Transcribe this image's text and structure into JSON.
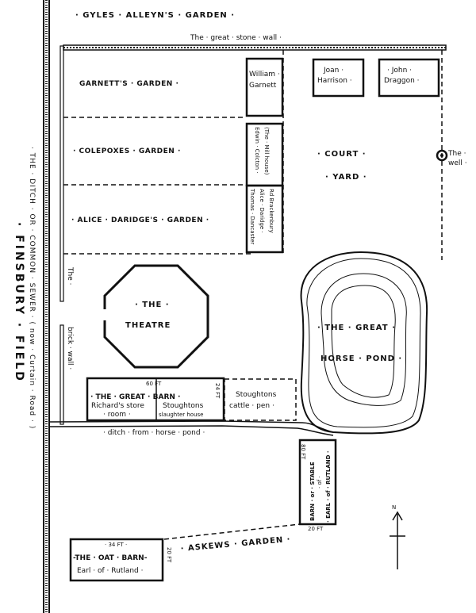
{
  "title_area": {
    "gyles_garden": "· GYLES · ALLEYN'S · GARDEN ·",
    "stone_wall": "The · great · stone · wall ·",
    "finsbury_field": "· FINSBURY · FIELD",
    "ditch": "· THE · DITCH · OR · COMMON · SEWER · ( now · Curtain · Road · )",
    "brick_wall_top": "The ·",
    "brick_wall_bottom": "brick · wall ·"
  },
  "gardens": [
    {
      "label": "GARNETT'S · GARDEN ·"
    },
    {
      "label": "· COLEPOXES · GARDEN ·"
    },
    {
      "label": "· ALICE · DARIDGE'S · GARDEN ·"
    }
  ],
  "houses": {
    "william_garnett": [
      "William ·",
      "Garnett"
    ],
    "edwin_colcton": [
      "Edwin · Colcton ·",
      "(The · Mill house)"
    ],
    "thomas": [
      "Thomas · Dancaster",
      "Alice · Daridge ·",
      "Rd Brackenbury"
    ],
    "joan_harrison": [
      "Joan ·",
      "Harrison ·"
    ],
    "john_draggon": [
      "· John ·",
      "Draggon ·"
    ]
  },
  "court_yard": [
    "· COURT ·",
    "· YARD ·"
  ],
  "well": [
    "The ·",
    "well ·"
  ],
  "theatre": [
    "· THE ·",
    "THEATRE"
  ],
  "horse_pond": [
    "· THE · GREAT ·",
    "HORSE · POND ·"
  ],
  "great_barn": {
    "title": "· THE · GREAT · BARN ·",
    "width": "60 FT",
    "depth": "24 FT",
    "left_room": [
      "Richard's store",
      "· room ·"
    ],
    "right_room": [
      "Stoughtons",
      "slaughter house"
    ]
  },
  "cattle_pen": [
    "Stoughtons",
    "cattle · pen ·"
  ],
  "ditch_from_pond": "· ditch · from · horse · pond ·",
  "stable": {
    "label": "BARN · or · STABLE",
    "of": "· of ·",
    "owner": "· EARL · of · RUTLAND ·",
    "length": "80 FT",
    "width": "20 FT"
  },
  "oat_barn": {
    "title": "-THE · OAT · BARN-",
    "owner": "Earl · of · Rutland ·",
    "width": "· 34 FT ·",
    "depth": "20 FT"
  },
  "askews_garden": "· ASKEWS · GARDEN ·",
  "north": "N"
}
